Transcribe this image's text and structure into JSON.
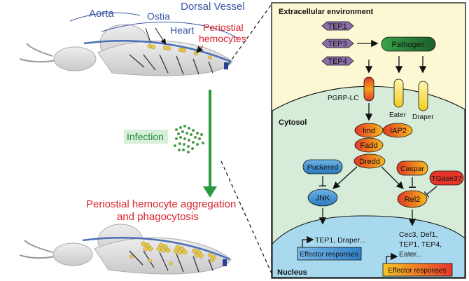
{
  "left": {
    "aorta": "Aorta",
    "ostia": "Ostia",
    "dorsal_vessel": "Dorsal Vessel",
    "heart": "Heart",
    "periostial_line1": "Periostial",
    "periostial_line2": "hemocytes",
    "infection": "Infection",
    "result_line1": "Periostial hemocyte aggregation",
    "result_line2": "and phagocytosis"
  },
  "right": {
    "extracellular": "Extracellular environment",
    "tep1": "TEP1",
    "tep3": "TEP3",
    "tep4": "TEP4",
    "pathogen": "Pathogen",
    "pgrp": "PGRP-LC",
    "eater": "Eater",
    "draper": "Draper",
    "cytosol": "Cytosol",
    "imd": "Imd",
    "iap2": "IAP2",
    "fadd": "Fadd",
    "dredd": "Dredd",
    "puckered": "Puckered",
    "caspar": "Caspar",
    "tgase3": "TGase3?",
    "jnk": "JNK",
    "rel2": "Rel2",
    "nucleus": "Nucleus",
    "jnk_targets": "TEP1, Draper...",
    "rel2_targets_1": "Cec3, Def1,",
    "rel2_targets_2": "TEP1, TEP4,",
    "rel2_targets_3": "Eater...",
    "effector_left": "Effector responses",
    "effector_right": "Effector responses"
  },
  "colors": {
    "blue_label": "#3b55a5",
    "red_label": "#d9232e",
    "green_label": "#1f8a3a",
    "cytosol_fill": "#d6ecd9",
    "nucleus_fill": "#a9d9ee",
    "extracellular_fill": "#fdf8d4",
    "tep_fill": "#8c6fa8",
    "hemocyte": "#e7c84a"
  }
}
